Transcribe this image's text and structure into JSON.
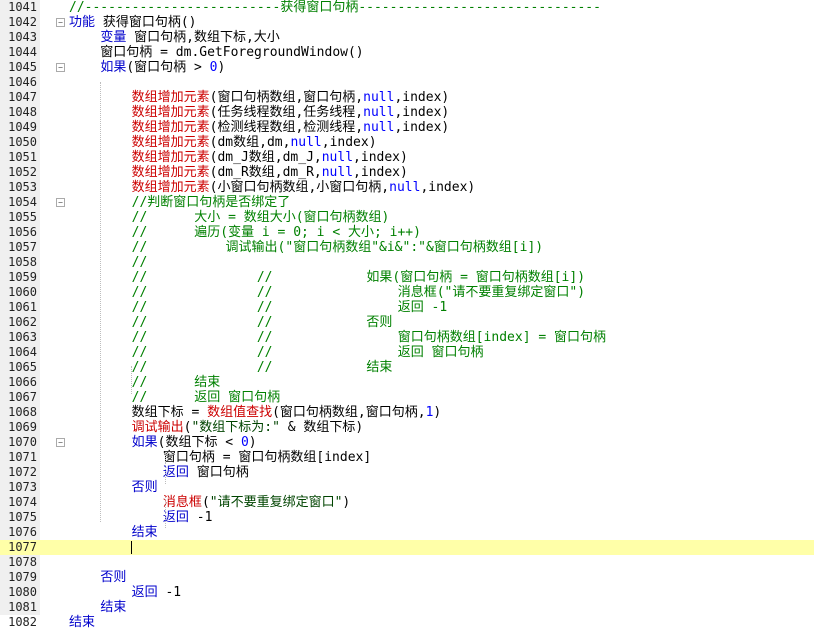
{
  "colors": {
    "keyword": "#0000cc",
    "function": "#cc0000",
    "string": "#004400",
    "comment": "#008000",
    "null": "#0000ff",
    "number": "#0000ff",
    "text": "#000000",
    "current_line": "#ffffa8"
  },
  "editor": {
    "current_line": 1077,
    "lines": [
      {
        "n": "1041",
        "tokens": [
          {
            "t": "//-------------------------获得窗口句柄-------------------------------",
            "c": "comment"
          }
        ]
      },
      {
        "n": "1042",
        "fold": true,
        "tokens": [
          {
            "t": "功能 ",
            "c": "keyword"
          },
          {
            "t": "获得窗口句柄()",
            "c": "text"
          }
        ]
      },
      {
        "n": "1043",
        "tokens": [
          {
            "t": "    "
          },
          {
            "t": "变量 ",
            "c": "keyword"
          },
          {
            "t": "窗口句柄,数组下标,大小",
            "c": "text"
          }
        ]
      },
      {
        "n": "1044",
        "tokens": [
          {
            "t": "    窗口句柄 = dm.GetForegroundWindow()",
            "c": "text"
          }
        ]
      },
      {
        "n": "1045",
        "fold": true,
        "tokens": [
          {
            "t": "    "
          },
          {
            "t": "如果",
            "c": "keyword"
          },
          {
            "t": "(窗口句柄 > ",
            "c": "text"
          },
          {
            "t": "0",
            "c": "number"
          },
          {
            "t": ")",
            "c": "text"
          }
        ]
      },
      {
        "n": "1046",
        "tokens": []
      },
      {
        "n": "1047",
        "tokens": [
          {
            "t": "        "
          },
          {
            "t": "数组增加元素",
            "c": "function"
          },
          {
            "t": "(窗口句柄数组,窗口句柄,",
            "c": "text"
          },
          {
            "t": "null",
            "c": "null"
          },
          {
            "t": ",index)",
            "c": "text"
          }
        ]
      },
      {
        "n": "1048",
        "tokens": [
          {
            "t": "        "
          },
          {
            "t": "数组增加元素",
            "c": "function"
          },
          {
            "t": "(任务线程数组,任务线程,",
            "c": "text"
          },
          {
            "t": "null",
            "c": "null"
          },
          {
            "t": ",index)",
            "c": "text"
          }
        ]
      },
      {
        "n": "1049",
        "tokens": [
          {
            "t": "        "
          },
          {
            "t": "数组增加元素",
            "c": "function"
          },
          {
            "t": "(检测线程数组,检测线程,",
            "c": "text"
          },
          {
            "t": "null",
            "c": "null"
          },
          {
            "t": ",index)",
            "c": "text"
          }
        ]
      },
      {
        "n": "1050",
        "tokens": [
          {
            "t": "        "
          },
          {
            "t": "数组增加元素",
            "c": "function"
          },
          {
            "t": "(dm数组,dm,",
            "c": "text"
          },
          {
            "t": "null",
            "c": "null"
          },
          {
            "t": ",index)",
            "c": "text"
          }
        ]
      },
      {
        "n": "1051",
        "tokens": [
          {
            "t": "        "
          },
          {
            "t": "数组增加元素",
            "c": "function"
          },
          {
            "t": "(dm_J数组,dm_J,",
            "c": "text"
          },
          {
            "t": "null",
            "c": "null"
          },
          {
            "t": ",index)",
            "c": "text"
          }
        ]
      },
      {
        "n": "1052",
        "tokens": [
          {
            "t": "        "
          },
          {
            "t": "数组增加元素",
            "c": "function"
          },
          {
            "t": "(dm_R数组,dm_R,",
            "c": "text"
          },
          {
            "t": "null",
            "c": "null"
          },
          {
            "t": ",index)",
            "c": "text"
          }
        ]
      },
      {
        "n": "1053",
        "tokens": [
          {
            "t": "        "
          },
          {
            "t": "数组增加元素",
            "c": "function"
          },
          {
            "t": "(小窗口句柄数组,小窗口句柄,",
            "c": "text"
          },
          {
            "t": "null",
            "c": "null"
          },
          {
            "t": ",index)",
            "c": "text"
          }
        ]
      },
      {
        "n": "1054",
        "fold": true,
        "tokens": [
          {
            "t": "        "
          },
          {
            "t": "//判断窗口句柄是否绑定了",
            "c": "comment"
          }
        ]
      },
      {
        "n": "1055",
        "tokens": [
          {
            "t": "        "
          },
          {
            "t": "//      大小 = 数组大小(窗口句柄数组)",
            "c": "comment"
          }
        ]
      },
      {
        "n": "1056",
        "tokens": [
          {
            "t": "        "
          },
          {
            "t": "//      遍历(变量 i = 0; i < 大小; i++)",
            "c": "comment"
          }
        ]
      },
      {
        "n": "1057",
        "tokens": [
          {
            "t": "        "
          },
          {
            "t": "//          调试输出(\"窗口句柄数组\"&i&\":\"&窗口句柄数组[i])",
            "c": "comment"
          }
        ]
      },
      {
        "n": "1058",
        "tokens": [
          {
            "t": "        "
          },
          {
            "t": "//",
            "c": "comment"
          }
        ]
      },
      {
        "n": "1059",
        "tokens": [
          {
            "t": "        "
          },
          {
            "t": "//              //            如果(窗口句柄 = 窗口句柄数组[i])",
            "c": "comment"
          }
        ]
      },
      {
        "n": "1060",
        "tokens": [
          {
            "t": "        "
          },
          {
            "t": "//              //                消息框(\"请不要重复绑定窗口\")",
            "c": "comment"
          }
        ]
      },
      {
        "n": "1061",
        "tokens": [
          {
            "t": "        "
          },
          {
            "t": "//              //                返回 -1",
            "c": "comment"
          }
        ]
      },
      {
        "n": "1062",
        "tokens": [
          {
            "t": "        "
          },
          {
            "t": "//              //            否则",
            "c": "comment"
          }
        ]
      },
      {
        "n": "1063",
        "tokens": [
          {
            "t": "        "
          },
          {
            "t": "//              //                窗口句柄数组[index] = 窗口句柄",
            "c": "comment"
          }
        ]
      },
      {
        "n": "1064",
        "tokens": [
          {
            "t": "        "
          },
          {
            "t": "//              //                返回 窗口句柄",
            "c": "comment"
          }
        ]
      },
      {
        "n": "1065",
        "tokens": [
          {
            "t": "        "
          },
          {
            "t": "//              //            结束",
            "c": "comment"
          }
        ]
      },
      {
        "n": "1066",
        "tokens": [
          {
            "t": "        "
          },
          {
            "t": "//      结束",
            "c": "comment"
          }
        ]
      },
      {
        "n": "1067",
        "tokens": [
          {
            "t": "        "
          },
          {
            "t": "//      返回 窗口句柄",
            "c": "comment"
          }
        ]
      },
      {
        "n": "1068",
        "tokens": [
          {
            "t": "        数组下标 = ",
            "c": "text"
          },
          {
            "t": "数组值查找",
            "c": "function"
          },
          {
            "t": "(窗口句柄数组,窗口句柄,",
            "c": "text"
          },
          {
            "t": "1",
            "c": "number"
          },
          {
            "t": ")",
            "c": "text"
          }
        ]
      },
      {
        "n": "1069",
        "tokens": [
          {
            "t": "        "
          },
          {
            "t": "调试输出",
            "c": "function"
          },
          {
            "t": "(",
            "c": "text"
          },
          {
            "t": "\"数组下标为:\"",
            "c": "string"
          },
          {
            "t": " & 数组下标)",
            "c": "text"
          }
        ]
      },
      {
        "n": "1070",
        "fold": true,
        "tokens": [
          {
            "t": "        "
          },
          {
            "t": "如果",
            "c": "keyword"
          },
          {
            "t": "(数组下标 < ",
            "c": "text"
          },
          {
            "t": "0",
            "c": "number"
          },
          {
            "t": ")",
            "c": "text"
          }
        ]
      },
      {
        "n": "1071",
        "tokens": [
          {
            "t": "            窗口句柄 = 窗口句柄数组[index]",
            "c": "text"
          }
        ]
      },
      {
        "n": "1072",
        "tokens": [
          {
            "t": "            "
          },
          {
            "t": "返回 ",
            "c": "keyword"
          },
          {
            "t": "窗口句柄",
            "c": "text"
          }
        ]
      },
      {
        "n": "1073",
        "tokens": [
          {
            "t": "        "
          },
          {
            "t": "否则",
            "c": "keyword"
          }
        ]
      },
      {
        "n": "1074",
        "tokens": [
          {
            "t": "            "
          },
          {
            "t": "消息框",
            "c": "function"
          },
          {
            "t": "(",
            "c": "text"
          },
          {
            "t": "\"请不要重复绑定窗口\"",
            "c": "string"
          },
          {
            "t": ")",
            "c": "text"
          }
        ]
      },
      {
        "n": "1075",
        "tokens": [
          {
            "t": "            "
          },
          {
            "t": "返回 ",
            "c": "keyword"
          },
          {
            "t": "-1",
            "c": "text"
          }
        ]
      },
      {
        "n": "1076",
        "tokens": [
          {
            "t": "        "
          },
          {
            "t": "结束",
            "c": "keyword"
          }
        ]
      },
      {
        "n": "1077",
        "tokens": [
          {
            "t": "        "
          }
        ]
      },
      {
        "n": "1078",
        "tokens": []
      },
      {
        "n": "1079",
        "tokens": [
          {
            "t": "    "
          },
          {
            "t": "否则",
            "c": "keyword"
          }
        ]
      },
      {
        "n": "1080",
        "tokens": [
          {
            "t": "        "
          },
          {
            "t": "返回 ",
            "c": "keyword"
          },
          {
            "t": "-1",
            "c": "text"
          }
        ]
      },
      {
        "n": "1081",
        "tokens": [
          {
            "t": "    "
          },
          {
            "t": "结束",
            "c": "keyword"
          }
        ]
      },
      {
        "n": "1082",
        "tokens": [
          {
            "t": "结束",
            "c": "keyword"
          }
        ]
      }
    ]
  }
}
